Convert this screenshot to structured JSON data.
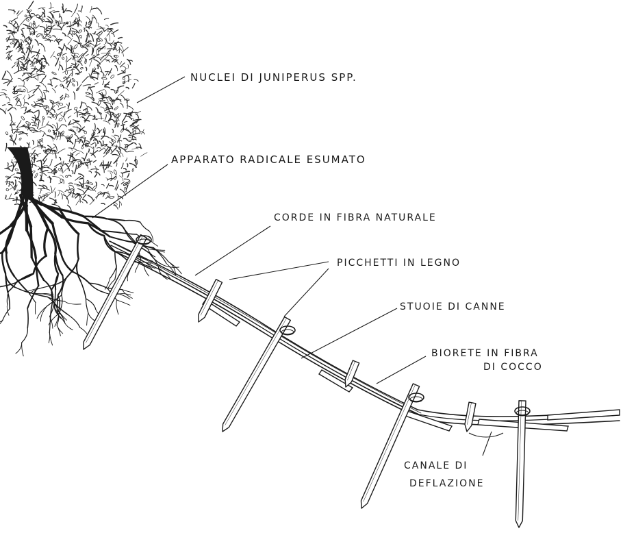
{
  "colors": {
    "ink": "#1a1a1a",
    "paper": "#ffffff",
    "foliage": "#2b2b2b"
  },
  "labels": {
    "juniperus": "NUCLEI DI JUNIPERUS SPP.",
    "roots": "APPARATO RADICALE ESUMATO",
    "ropes": "CORDE IN FIBRA NATURALE",
    "stakes": "PICCHETTI IN LEGNO",
    "mats": "STUOIE DI CANNE",
    "net_line1": "BIORETE IN FIBRA",
    "net_line2": "DI COCCO",
    "channel_line1": "CANALE DI",
    "channel_line2": "DEFLAZIONE"
  }
}
